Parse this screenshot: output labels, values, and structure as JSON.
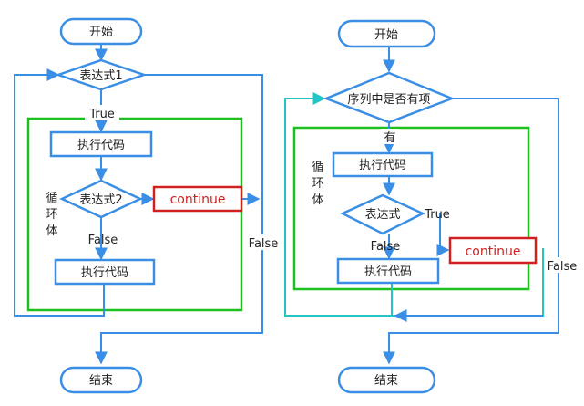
{
  "left": {
    "start": "开始",
    "condition": "表达式1",
    "true_label": "True",
    "exec1": "执行代码",
    "condition2": "表达式2",
    "continue": "continue",
    "false_label_inner": "False",
    "exec2": "执行代码",
    "false_label_outer": "False",
    "end": "结束",
    "loop_body": [
      "循",
      "环",
      "体"
    ]
  },
  "right": {
    "start": "开始",
    "condition": "序列中是否有项",
    "yes_label": "有",
    "exec1": "执行代码",
    "condition2": "表达式",
    "true_label": "True",
    "false_label_inner": "False",
    "continue": "continue",
    "exec2": "执行代码",
    "false_label_outer": "False",
    "end": "结束",
    "loop_body": [
      "循",
      "环",
      "体"
    ]
  },
  "colors": {
    "blue": "#3a8ee6",
    "cyan": "#22c4c4",
    "green": "#1fbf1f",
    "red": "#d02020"
  }
}
